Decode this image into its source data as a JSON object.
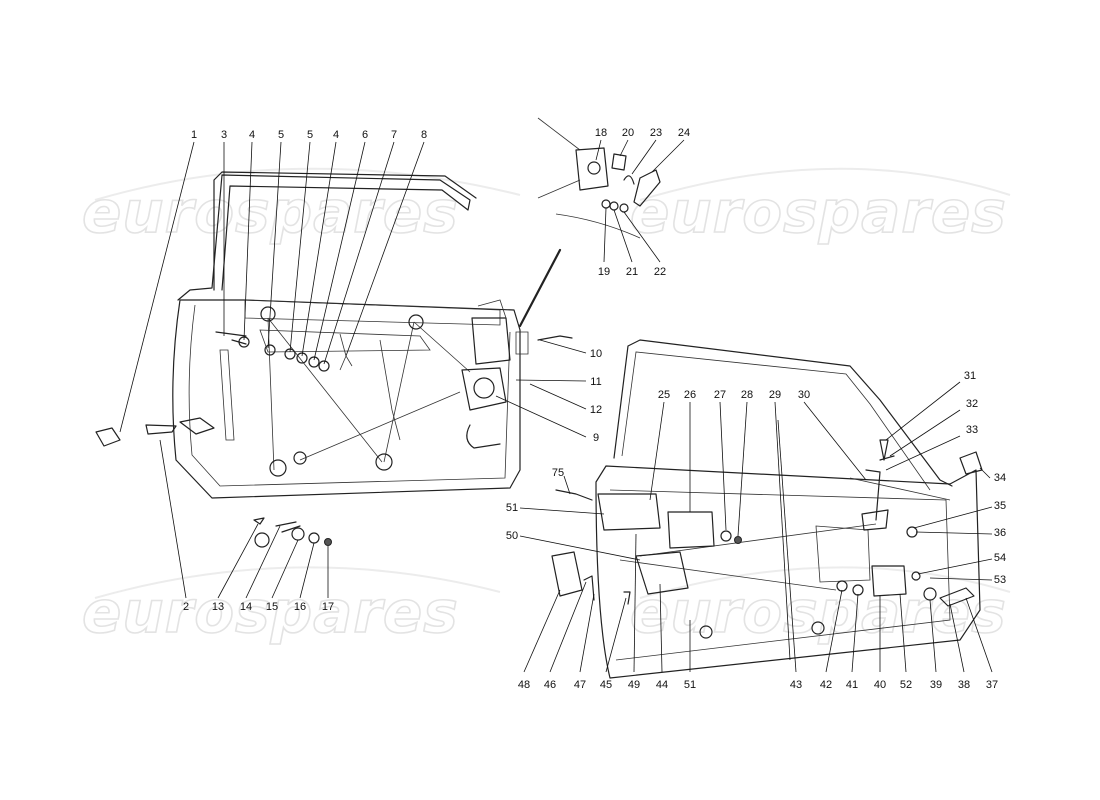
{
  "watermark": {
    "text": "eurospares"
  },
  "callouts": [
    "1",
    "2",
    "3",
    "4",
    "5",
    "5",
    "4",
    "6",
    "7",
    "8",
    "9",
    "10",
    "11",
    "12",
    "13",
    "14",
    "15",
    "16",
    "17",
    "18",
    "19",
    "20",
    "21",
    "22",
    "23",
    "24",
    "25",
    "26",
    "27",
    "28",
    "29",
    "30",
    "31",
    "32",
    "33",
    "34",
    "35",
    "36",
    "37",
    "38",
    "39",
    "40",
    "41",
    "42",
    "43",
    "44",
    "45",
    "46",
    "47",
    "48",
    "49",
    "50",
    "51",
    "51",
    "52",
    "53",
    "54",
    "75"
  ]
}
